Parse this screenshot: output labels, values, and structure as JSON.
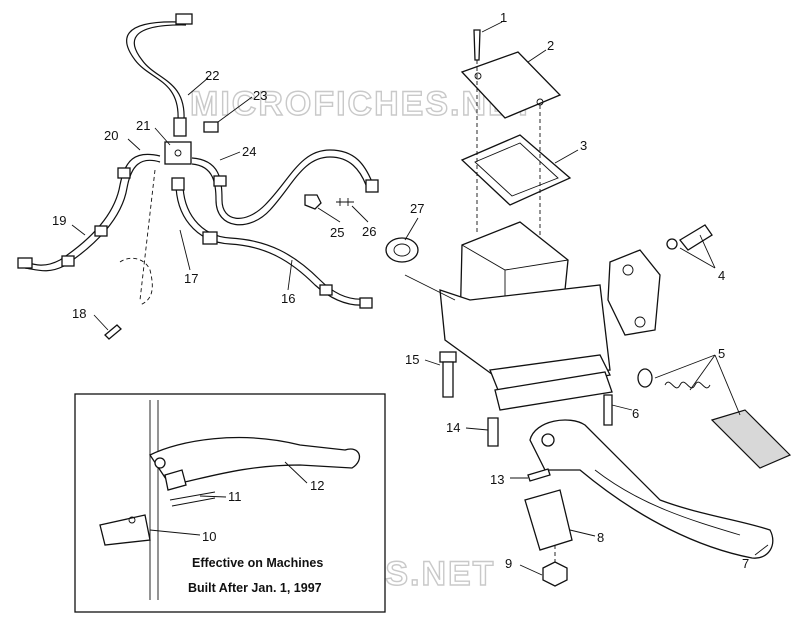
{
  "watermark": "MICROFICHES.NET",
  "inset": {
    "caption_line1": "Effective on Machines",
    "caption_line2": "Built After Jan. 1, 1997"
  },
  "callouts": {
    "c1": "1",
    "c2": "2",
    "c3": "3",
    "c4": "4",
    "c5": "5",
    "c6": "6",
    "c7": "7",
    "c8": "8",
    "c9": "9",
    "c10": "10",
    "c11": "11",
    "c12": "12",
    "c13": "13",
    "c14": "14",
    "c15": "15",
    "c16": "16",
    "c17": "17",
    "c18": "18",
    "c19": "19",
    "c20": "20",
    "c21": "21",
    "c22": "22",
    "c23": "23",
    "c24": "24",
    "c25": "25",
    "c26": "26",
    "c27": "27"
  }
}
